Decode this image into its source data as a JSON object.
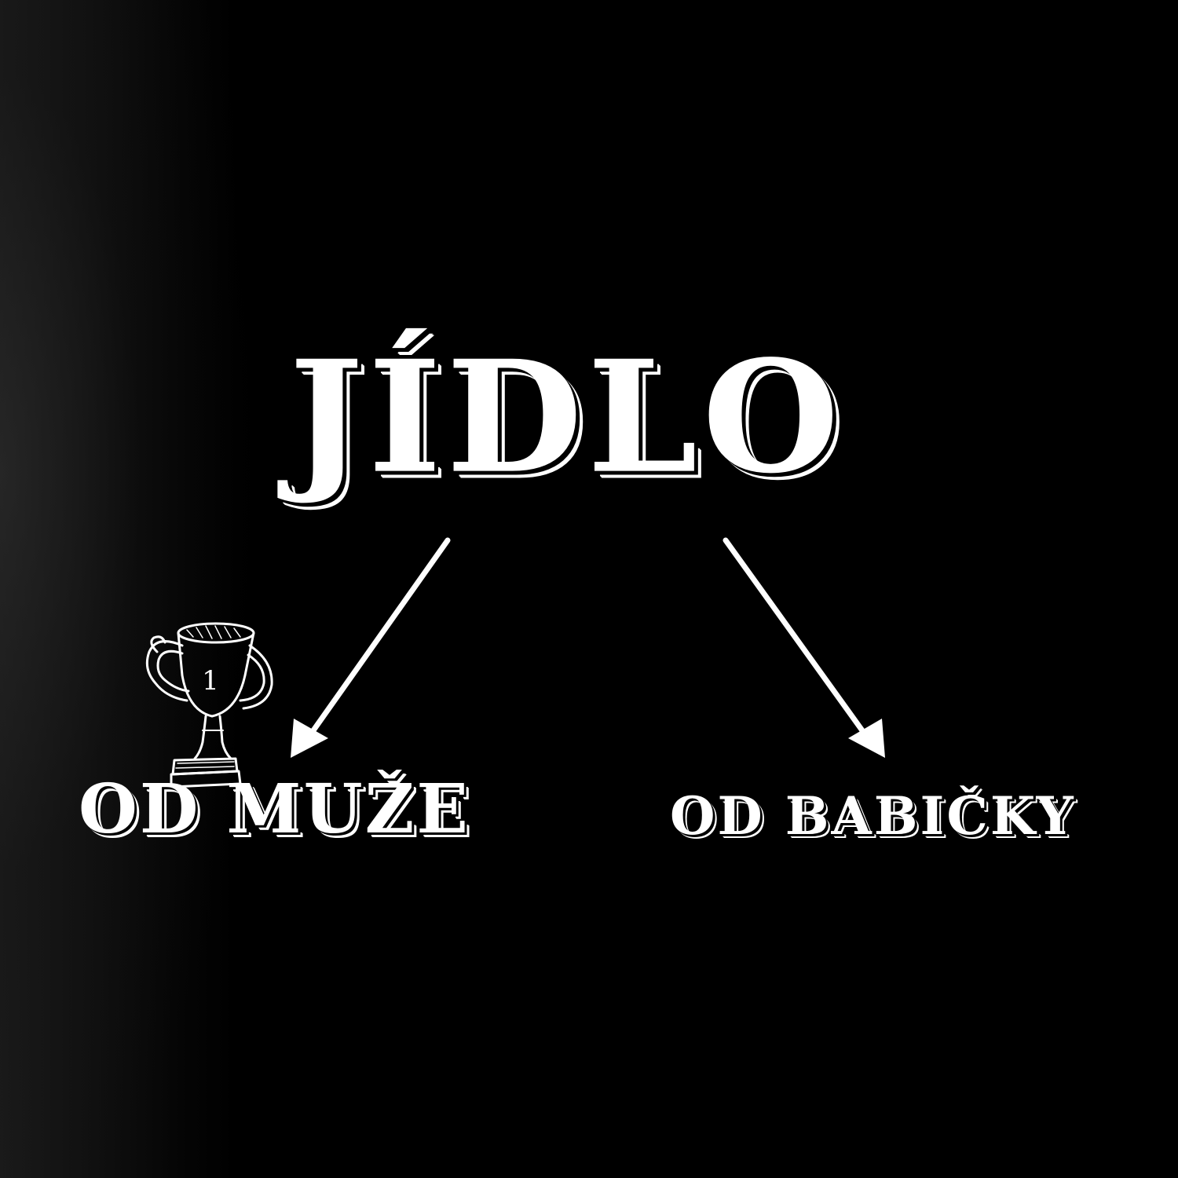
{
  "title": "JÍDLO",
  "left_label": "OD MUŽE",
  "right_label": "OD BABIČKY",
  "trophy": {
    "icon": "trophy-icon",
    "number": "1"
  },
  "colors": {
    "background": "#000000",
    "foreground": "#ffffff"
  }
}
